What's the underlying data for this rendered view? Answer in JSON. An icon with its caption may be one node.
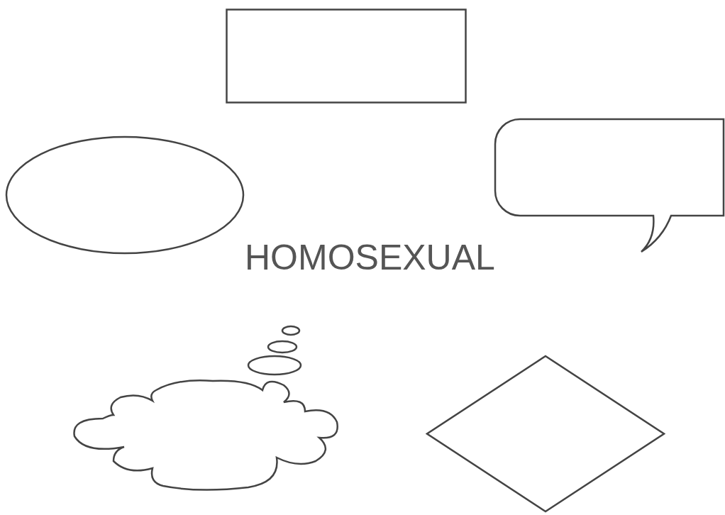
{
  "diagram": {
    "title": "HOMOSEXUAL",
    "nodes": [
      {
        "text": [],
        "shape": "box"
      },
      {
        "text": [],
        "shape": "ellipse"
      },
      {
        "text": [],
        "shape": "bubble"
      },
      {
        "text": [],
        "shape": "cloud"
      },
      {
        "text": [],
        "shape": "diamond"
      }
    ]
  }
}
